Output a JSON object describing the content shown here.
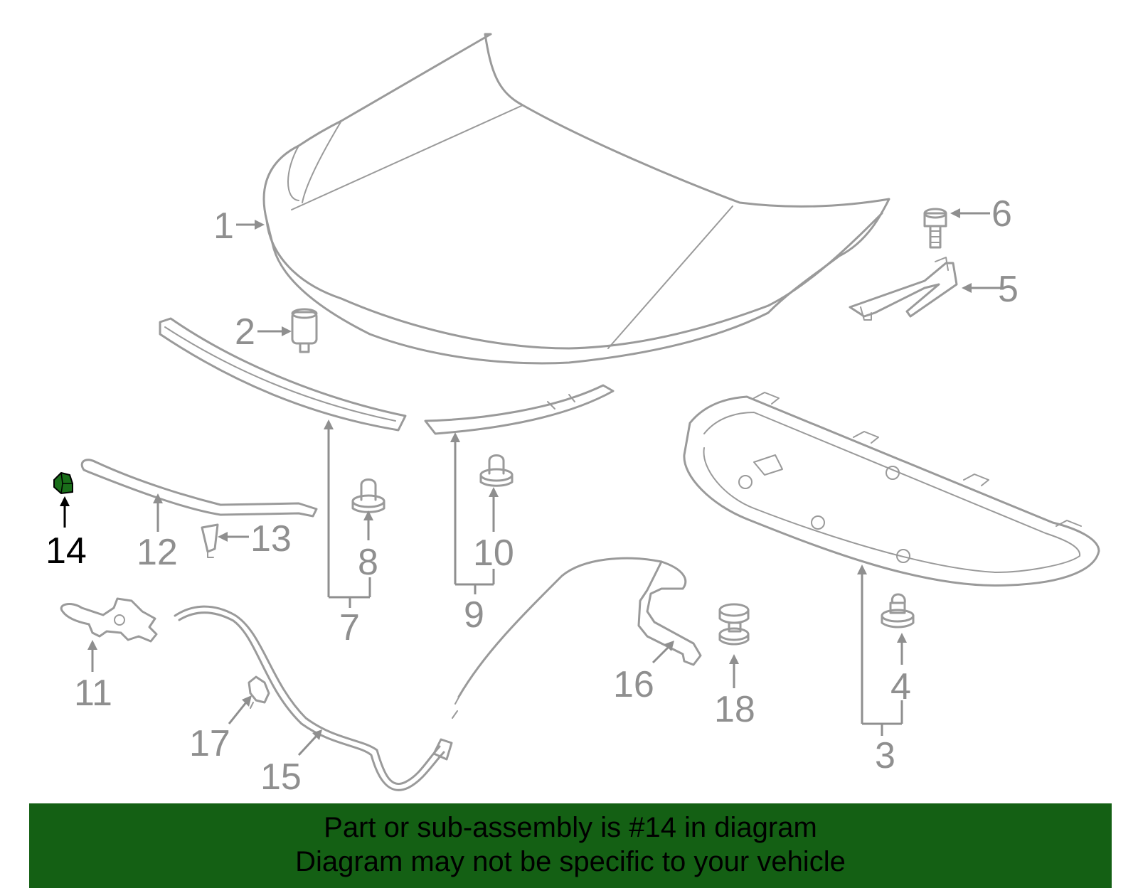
{
  "callouts": {
    "c1": "1",
    "c2": "2",
    "c3": "3",
    "c4": "4",
    "c5": "5",
    "c6": "6",
    "c7": "7",
    "c8": "8",
    "c9": "9",
    "c10": "10",
    "c11": "11",
    "c12": "12",
    "c13": "13",
    "c14": "14",
    "c15": "15",
    "c16": "16",
    "c17": "17",
    "c18": "18"
  },
  "highlight": {
    "part_number": "14",
    "color": "#146014"
  },
  "colors": {
    "line": "#9a9a9a",
    "banner": "#146014",
    "highlight_part": "#1a6e1a"
  },
  "banner": {
    "line1": "Part or sub-assembly is #14 in diagram",
    "line2": "Diagram may not be specific to your vehicle"
  }
}
